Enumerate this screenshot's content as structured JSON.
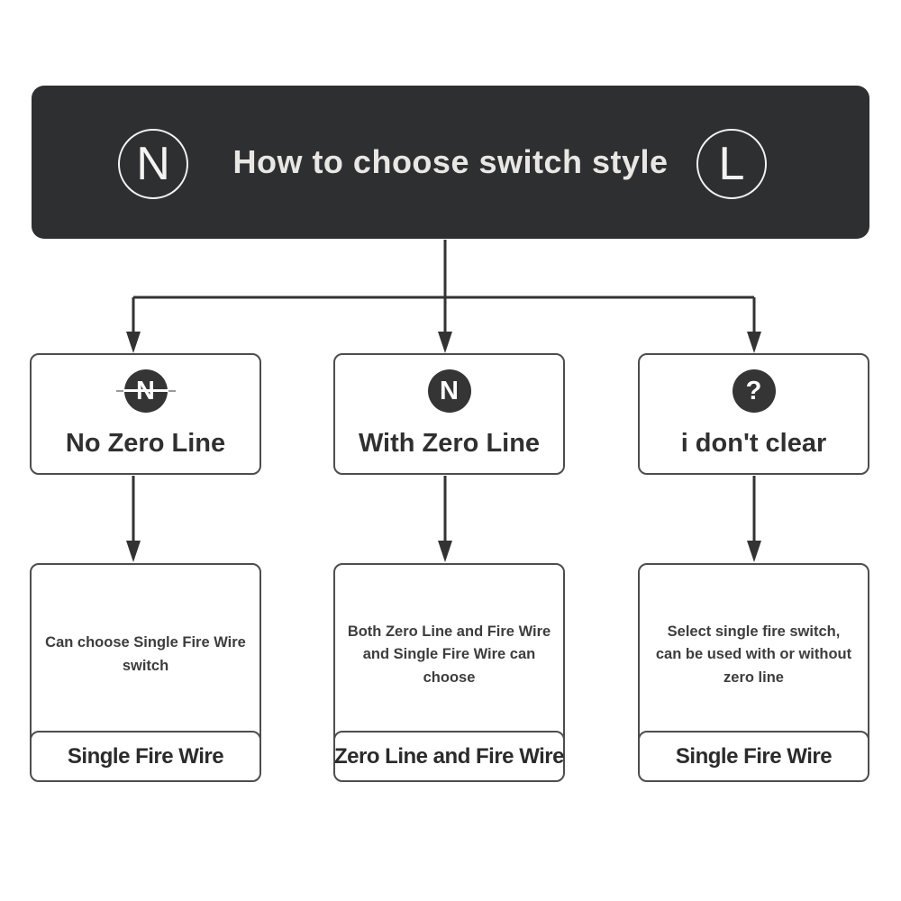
{
  "colors": {
    "header_bg": "#2e2f30",
    "header_text": "#e9e7e4",
    "box_border": "#4d4d4d",
    "icon_bg": "#353535",
    "arrow": "#333333",
    "text_dark": "#303030"
  },
  "header": {
    "title": "How to choose switch style",
    "left_badge_letter": "N",
    "right_badge_letter": "L"
  },
  "columns": [
    {
      "option": {
        "icon": "n-crossed-circle-icon",
        "icon_letter": "N",
        "icon_strikethrough": true,
        "label": "No Zero Line"
      },
      "description": "Can choose Single Fire Wire\nswitch",
      "result": "Single Fire Wire"
    },
    {
      "option": {
        "icon": "n-circle-icon",
        "icon_letter": "N",
        "icon_strikethrough": false,
        "label": "With Zero Line"
      },
      "description": "Both Zero Line and Fire Wire\nand Single Fire Wire can\nchoose",
      "result": "Zero Line and Fire Wire"
    },
    {
      "option": {
        "icon": "question-circle-icon",
        "icon_letter": "?",
        "icon_strikethrough": false,
        "label": "i don't clear"
      },
      "description": "Select single fire switch,\ncan be used with or without\nzero line",
      "result": "Single Fire Wire"
    }
  ]
}
